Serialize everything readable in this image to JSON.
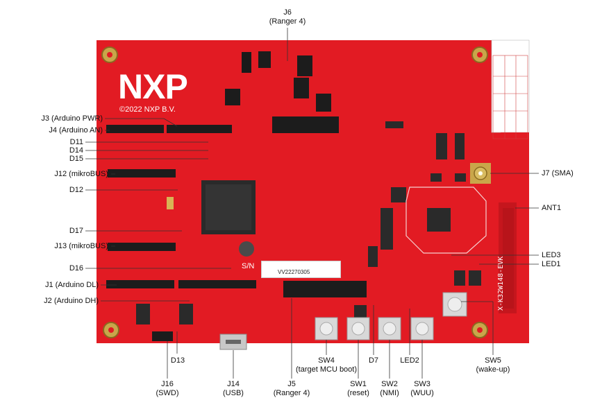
{
  "board": {
    "logo": "NXP",
    "copyright": "©2022 NXP B.V.",
    "model": "X-K32W148-EVK",
    "sn_label": "S/N",
    "serial_number": "VV22270305"
  },
  "callouts": {
    "j6": {
      "name": "J6",
      "desc": "(Ranger 4)"
    },
    "j3": "J3 (Arduino PWR)",
    "j4": "J4 (Arduino AN)",
    "d11": "D11",
    "d14": "D14",
    "d15": "D15",
    "j12": "J12 (mikroBUS)",
    "d12": "D12",
    "d17": "D17",
    "j13": "J13 (mikroBUS)",
    "d16": "D16",
    "j1": "J1 (Arduino DL)",
    "j2": "J2 (Arduino DH)",
    "j7": "J7 (SMA)",
    "ant1": "ANT1",
    "led3": "LED3",
    "led1": "LED1",
    "d13": "D13",
    "j16": {
      "name": "J16",
      "desc": "(SWD)"
    },
    "j14": {
      "name": "J14",
      "desc": "(USB)"
    },
    "j5": {
      "name": "J5",
      "desc": "(Ranger 4)"
    },
    "sw4": {
      "name": "SW4",
      "desc": "(target MCU boot)"
    },
    "d7": "D7",
    "led2": "LED2",
    "sw1": {
      "name": "SW1",
      "desc": "(reset)"
    },
    "sw2": {
      "name": "SW2",
      "desc": "(NMI)"
    },
    "sw3": {
      "name": "SW3",
      "desc": "(WUU)"
    },
    "sw5": {
      "name": "SW5",
      "desc": "(wake-up)"
    }
  },
  "colors": {
    "pcb": "#e21b23",
    "pcb_dark": "#b8141a",
    "header": "#1c1c1c",
    "leader": "#333333"
  }
}
